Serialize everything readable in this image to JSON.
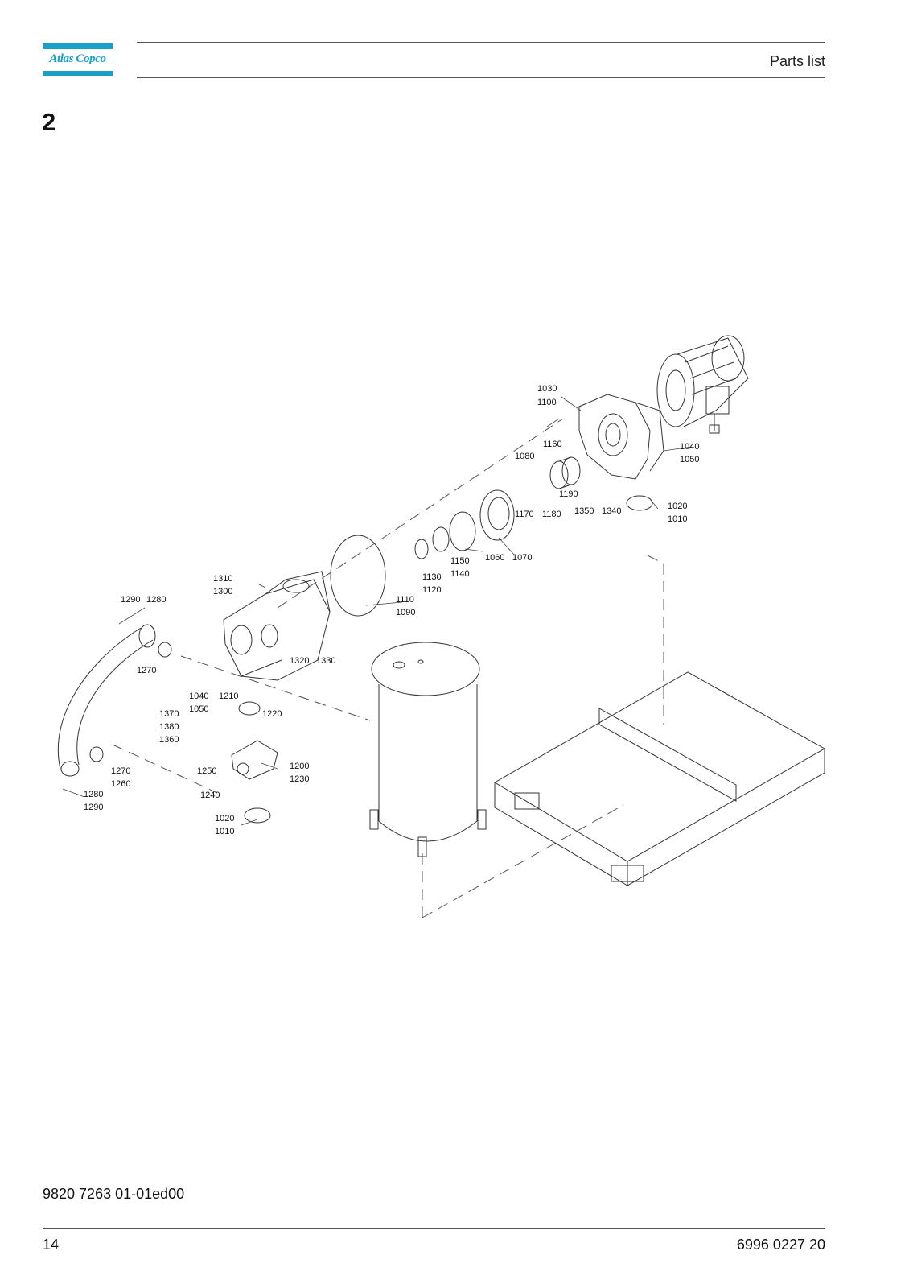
{
  "header": {
    "brand": "Atlas Copco",
    "title": "Parts list"
  },
  "section": {
    "number": "2"
  },
  "drawing": {
    "labels": [
      "1030",
      "1100",
      "1160",
      "1080",
      "1040",
      "1050",
      "1190",
      "1350",
      "1340",
      "1020",
      "1010",
      "1170",
      "1180",
      "1060",
      "1070",
      "1150",
      "1140",
      "1130",
      "1120",
      "1110",
      "1090",
      "1310",
      "1300",
      "1290",
      "1280",
      "1270",
      "1320",
      "1330",
      "1040",
      "1210",
      "1050",
      "1220",
      "1370",
      "1380",
      "1360",
      "1250",
      "1200",
      "1230",
      "1270",
      "1260",
      "1280",
      "1290",
      "1240",
      "1020",
      "1010"
    ]
  },
  "footer": {
    "doc_code": "9820 7263 01-01ed00",
    "page_number": "14",
    "part_code": "6996 0227 20"
  }
}
